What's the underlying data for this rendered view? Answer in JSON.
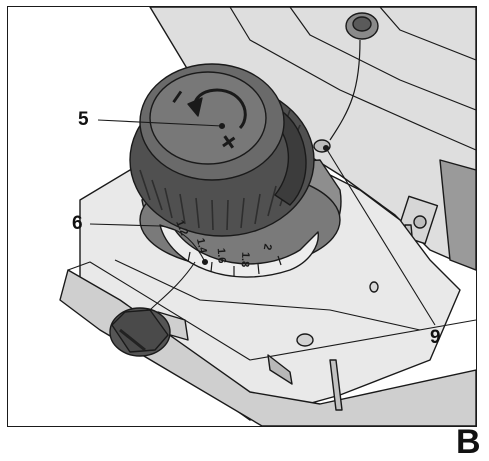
{
  "figure": {
    "panel_letter": "B",
    "callouts": [
      {
        "id": "5",
        "label": "5"
      },
      {
        "id": "6",
        "label": "6"
      },
      {
        "id": "9",
        "label": "9"
      }
    ],
    "knob_symbols": {
      "minus": "−",
      "plus": "+"
    },
    "depth_scale": [
      {
        "label": "1.2"
      },
      {
        "label": "1.4"
      },
      {
        "label": "1.6"
      },
      {
        "label": "1.8"
      },
      {
        "label": "2"
      }
    ],
    "colors": {
      "outline": "#1a1a1a",
      "knob_dark": "#4a4a4a",
      "knob_mid": "#6b6b6b",
      "body_light": "#e6e6e6",
      "body_mid": "#cfcfcf",
      "body_shadow": "#b3b3b3"
    }
  }
}
